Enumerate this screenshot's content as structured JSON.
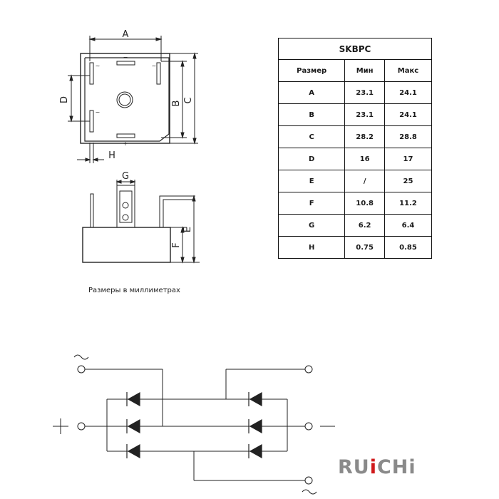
{
  "table": {
    "title": "SKBPC",
    "headers": [
      "Размер",
      "Мин",
      "Макс"
    ],
    "rows": [
      {
        "dim": "A",
        "min": "23.1",
        "max": "24.1"
      },
      {
        "dim": "B",
        "min": "23.1",
        "max": "24.1"
      },
      {
        "dim": "C",
        "min": "28.2",
        "max": "28.8"
      },
      {
        "dim": "D",
        "min": "16",
        "max": "17"
      },
      {
        "dim": "E",
        "min": "/",
        "max": "25"
      },
      {
        "dim": "F",
        "min": "10.8",
        "max": "11.2"
      },
      {
        "dim": "G",
        "min": "6.2",
        "max": "6.4"
      },
      {
        "dim": "H",
        "min": "0.75",
        "max": "0.85"
      }
    ]
  },
  "drawing": {
    "labels": {
      "A": "A",
      "B": "B",
      "C": "C",
      "D": "D",
      "E": "E",
      "F": "F",
      "G": "G",
      "H": "H"
    },
    "pin_marks": {
      "plus": "+",
      "minus": "−",
      "ac": "~"
    }
  },
  "caption": "Размеры в миллиметрах",
  "circuit": {
    "symbols": {
      "ac": "∼",
      "plus": "+",
      "minus": "—"
    }
  },
  "logo": {
    "prefix": "RU",
    "dot_letter": "i",
    "suffix": "CHi"
  }
}
